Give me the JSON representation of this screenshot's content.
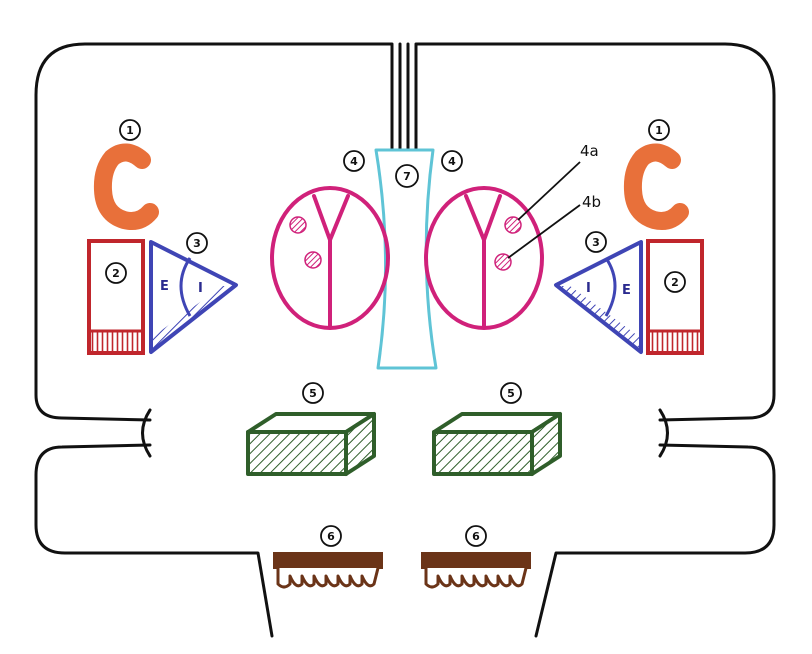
{
  "colors": {
    "outline": "#111111",
    "c_shape": "#e8703a",
    "rect_red": "#c0262c",
    "triangle_blue": "#3f45b5",
    "circle_pink": "#d0217a",
    "hourglass_cyan": "#5fc4d6",
    "box_green": "#2f5e2a",
    "comb_brown": "#6b3418"
  },
  "labels": {
    "n1": "1",
    "n2": "2",
    "n3": "3",
    "n4": "4",
    "n5": "5",
    "n6": "6",
    "n7": "7",
    "label_4a": "4a",
    "label_4b": "4b",
    "letter_e": "E",
    "letter_i": "I"
  }
}
